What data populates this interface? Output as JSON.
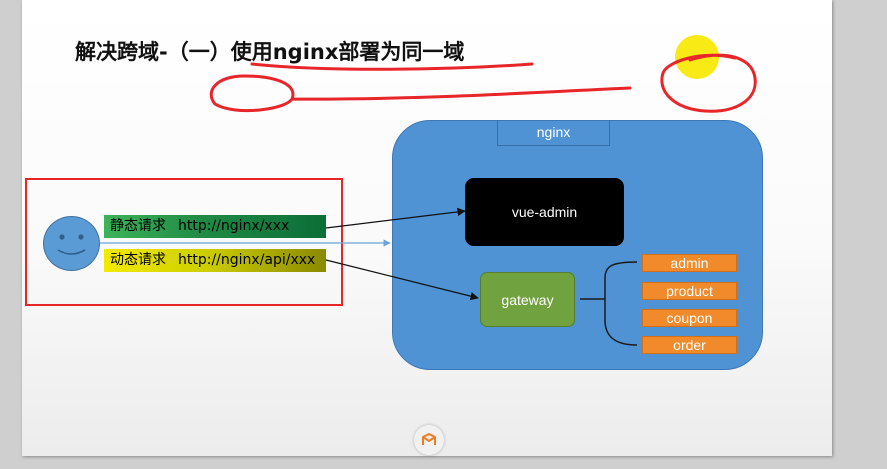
{
  "title": "解决跨域-（一）使用nginx部署为同一域",
  "diagram": {
    "nginx_label": "nginx",
    "vue_admin_label": "vue-admin",
    "gateway_label": "gateway",
    "services": [
      "admin",
      "product",
      "coupon",
      "order"
    ],
    "requests": [
      {
        "name": "静态请求",
        "url": "http://nginx/xxx"
      },
      {
        "name": "动态请求",
        "url": "http://nginx/api/xxx"
      }
    ],
    "colors": {
      "nginx_box": "#4f93d5",
      "gateway": "#70a23f",
      "service": "#f08a2a",
      "annotation_red": "#e8262a",
      "highlight_yellow": "#f7ea15"
    }
  },
  "footer_icon": "app-logo-icon"
}
